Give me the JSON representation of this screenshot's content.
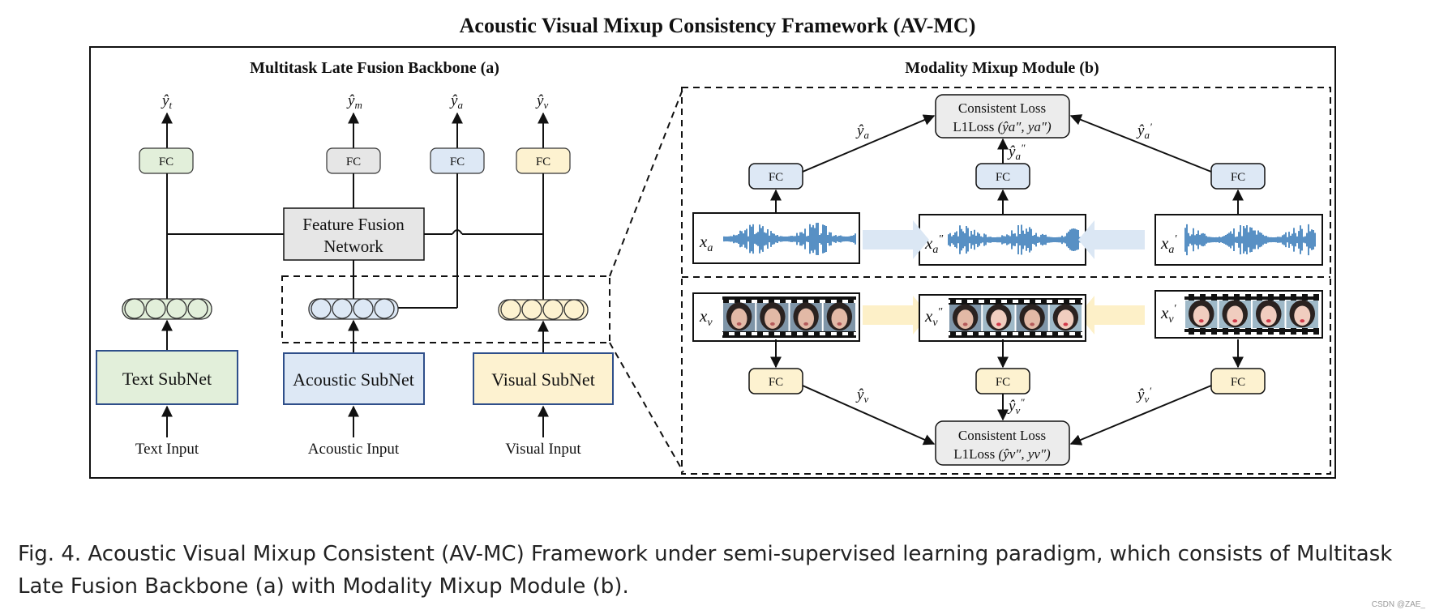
{
  "title": "Acoustic Visual Mixup Consistency Framework (AV-MC)",
  "backbone": {
    "title": "Multitask Late Fusion Backbone (a)",
    "outputs": {
      "t": "t",
      "m": "m",
      "a": "a",
      "v": "v"
    },
    "fc_label": "FC",
    "fusion_line1": "Feature Fusion",
    "fusion_line2": "Network",
    "text_subnet": "Text SubNet",
    "acoustic_subnet": "Acoustic SubNet",
    "visual_subnet": "Visual SubNet",
    "text_input": "Text Input",
    "acoustic_input": "Acoustic Input",
    "visual_input": "Visual Input"
  },
  "mixup": {
    "title": "Modality Mixup Module (b)",
    "fc_label": "FC",
    "consistent_loss": "Consistent Loss",
    "l1loss": "L1Loss",
    "acoustic_loss_args": "(ŷa″, ya″)",
    "visual_loss_args": "(ŷv″, yv″)",
    "labels": {
      "x_a": "x",
      "x_a_sub": "a",
      "x_a2": "x″",
      "x_a3": "x′",
      "x_v": "x",
      "x_v_sub": "v"
    }
  },
  "caption": "Fig. 4.  Acoustic Visual Mixup Consistent (AV-MC) Framework under semi-supervised learning paradigm, which consists of Multitask Late Fusion Backbone (a) with Modality Mixup Module (b).",
  "watermark": "CSDN @ZAE_",
  "colors": {
    "text_fill": "#e2efda",
    "text_stroke": "#2f4f8a",
    "acoustic_fill": "#dde8f5",
    "acoustic_stroke": "#2f4f8a",
    "visual_fill": "#fdf2d0",
    "visual_stroke": "#2f4f8a",
    "fc_gray": "#e6e6e6",
    "wave": "#2e75b6",
    "arrow_blue": "#dbe7f4",
    "arrow_yellow": "#fdf0c8"
  }
}
